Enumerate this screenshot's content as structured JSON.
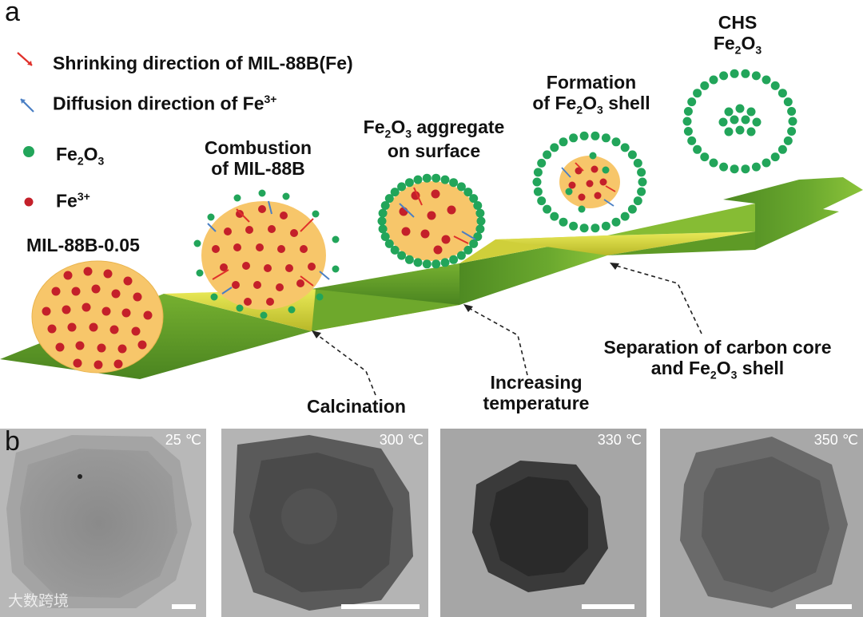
{
  "panel_a_label": "a",
  "panel_b_label": "b",
  "legend": {
    "shrink": "Shrinking direction of MIL-88B(Fe)",
    "diffusion_main": "Diffusion direction of Fe",
    "diffusion_sup": "3+",
    "fe2o3_main": "Fe",
    "fe2o3_sub1": "2",
    "fe2o3_mid": "O",
    "fe2o3_sub2": "3",
    "fe3_main": "Fe",
    "fe3_sup": "3+"
  },
  "colors": {
    "red_arrow": "#e0302a",
    "blue_arrow": "#4a7fc4",
    "green_dot": "#22a55a",
    "red_dot": "#c4202a",
    "particle_fill": "#f7c66a",
    "ribbon_green": "#5a9a28",
    "ribbon_yellow": "#d8d838"
  },
  "stages": {
    "mil": "MIL-88B-0.05",
    "combustion_l1": "Combustion",
    "combustion_l2": "of MIL-88B",
    "aggregate_l1_pre": "Fe",
    "aggregate_l1_sub1": "2",
    "aggregate_l1_mid": "O",
    "aggregate_l1_sub2": "3",
    "aggregate_l1_post": " aggregate",
    "aggregate_l2": "on surface",
    "formation_l1": "Formation",
    "formation_l2_pre": "of Fe",
    "formation_l2_sub1": "2",
    "formation_l2_mid": "O",
    "formation_l2_sub2": "3",
    "formation_l2_post": " shell",
    "chs_l1": "CHS",
    "chs_l2_pre": "Fe",
    "chs_l2_sub1": "2",
    "chs_l2_mid": "O",
    "chs_l2_sub2": "3"
  },
  "annotations": {
    "calcination": "Calcination",
    "increasing_l1": "Increasing",
    "increasing_l2": "temperature",
    "separation_l1": "Separation of carbon core",
    "separation_l2_pre": "and Fe",
    "separation_l2_sub1": "2",
    "separation_l2_mid": "O",
    "separation_l2_sub2": "3",
    "separation_l2_post": " shell"
  },
  "micrographs": [
    {
      "temp": "25 ℃",
      "scale": "short"
    },
    {
      "temp": "300 ℃",
      "scale": "long"
    },
    {
      "temp": "330 ℃",
      "scale": "medium"
    },
    {
      "temp": "350 ℃",
      "scale": "medium"
    }
  ],
  "watermark": "大数跨境"
}
